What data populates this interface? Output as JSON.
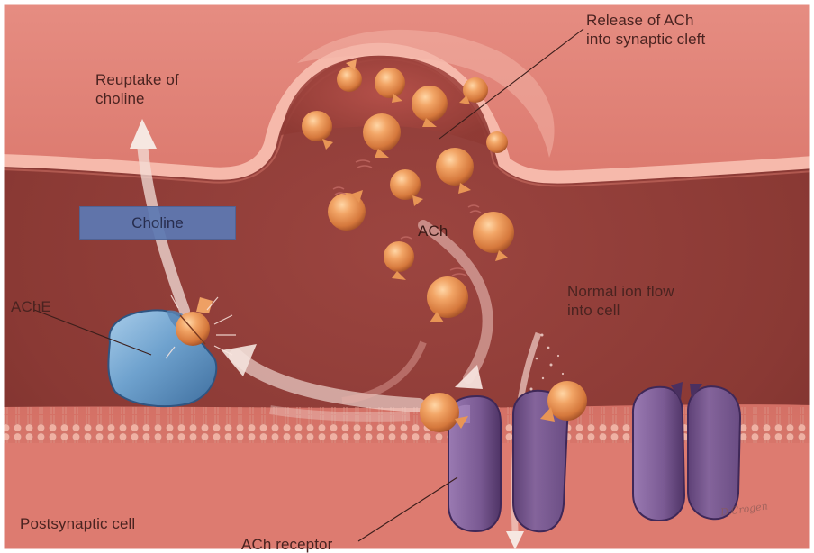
{
  "diagram": {
    "labels": {
      "release": "Release of ACh\ninto synaptic cleft",
      "reuptake": "Reuptake of\ncholine",
      "choline": "Choline",
      "ache": "AChE",
      "ach": "ACh",
      "ion_flow": "Normal ion flow\ninto cell",
      "postsynaptic": "Postsynaptic cell",
      "receptor": "ACh receptor"
    },
    "signature": "D.Crogen"
  },
  "colors": {
    "tissue": "#e2837a",
    "cleft": "#923f3a",
    "membrane": "#f3b1a4",
    "ach_molecule": "#e38a4c",
    "enzyme": "#6ea0cc",
    "receptor": "#7b5b93",
    "choline_box": "#5d79b3"
  }
}
